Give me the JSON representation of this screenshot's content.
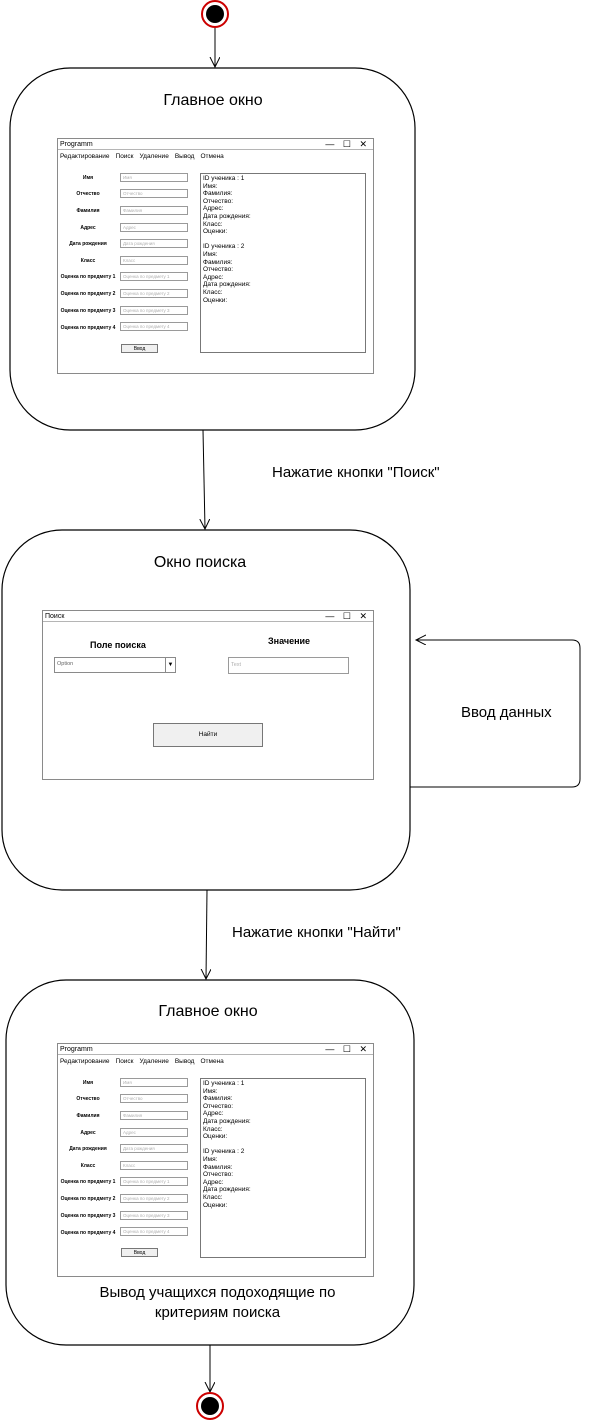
{
  "main_window": {
    "state_title": "Главное окно",
    "app_title": "Programm",
    "menu": [
      "Редактирование",
      "Поиск",
      "Удаление",
      "Вывод",
      "Отмена"
    ],
    "fields": [
      {
        "label": "Имя",
        "placeholder": "Имя"
      },
      {
        "label": "Отчество",
        "placeholder": "Отчество"
      },
      {
        "label": "Фамилия",
        "placeholder": "Фамилия"
      },
      {
        "label": "Адрес",
        "placeholder": "Адрес"
      },
      {
        "label": "Дата рождения",
        "placeholder": "Дата рождения"
      },
      {
        "label": "Класс",
        "placeholder": "Класс"
      },
      {
        "label": "Оценка по предмету 1",
        "placeholder": "Оценка по предмету 1"
      },
      {
        "label": "Оценка по предмету 2",
        "placeholder": "Оценка по предмету 2"
      },
      {
        "label": "Оценка по предмету 3",
        "placeholder": "Оценка по предмету 3"
      },
      {
        "label": "Оценка по предмету 4",
        "placeholder": "Оценка по предмету 4"
      }
    ],
    "submit_label": "Ввод",
    "records": [
      [
        "ID ученика : 1",
        "Имя:",
        "Фамилия:",
        "Отчество:",
        "Адрес:",
        "Дата рождения:",
        "Класс:",
        "Оценки:"
      ],
      [
        "ID ученика : 2",
        "Имя:",
        "Фамилия:",
        "Отчество:",
        "Адрес:",
        "Дата рождения:",
        "Класс:",
        "Оценки:"
      ]
    ]
  },
  "edges": {
    "search_click": "Нажатие кнопки \"Поиск\"",
    "data_input": "Ввод данных",
    "find_click": "Нажатие кнопки \"Найти\""
  },
  "search_window": {
    "state_title": "Окно поиска",
    "app_title": "Поиск",
    "field_header": "Поле поиска",
    "value_header": "Значение",
    "select_value": "Option",
    "value_placeholder": "Text",
    "find_button": "Найти"
  },
  "result_state": {
    "state_title": "Главное окно",
    "caption_line1": "Вывод учащихся подоходящие по",
    "caption_line2": "критериям поиска"
  },
  "window_controls": "— ☐ ✕"
}
